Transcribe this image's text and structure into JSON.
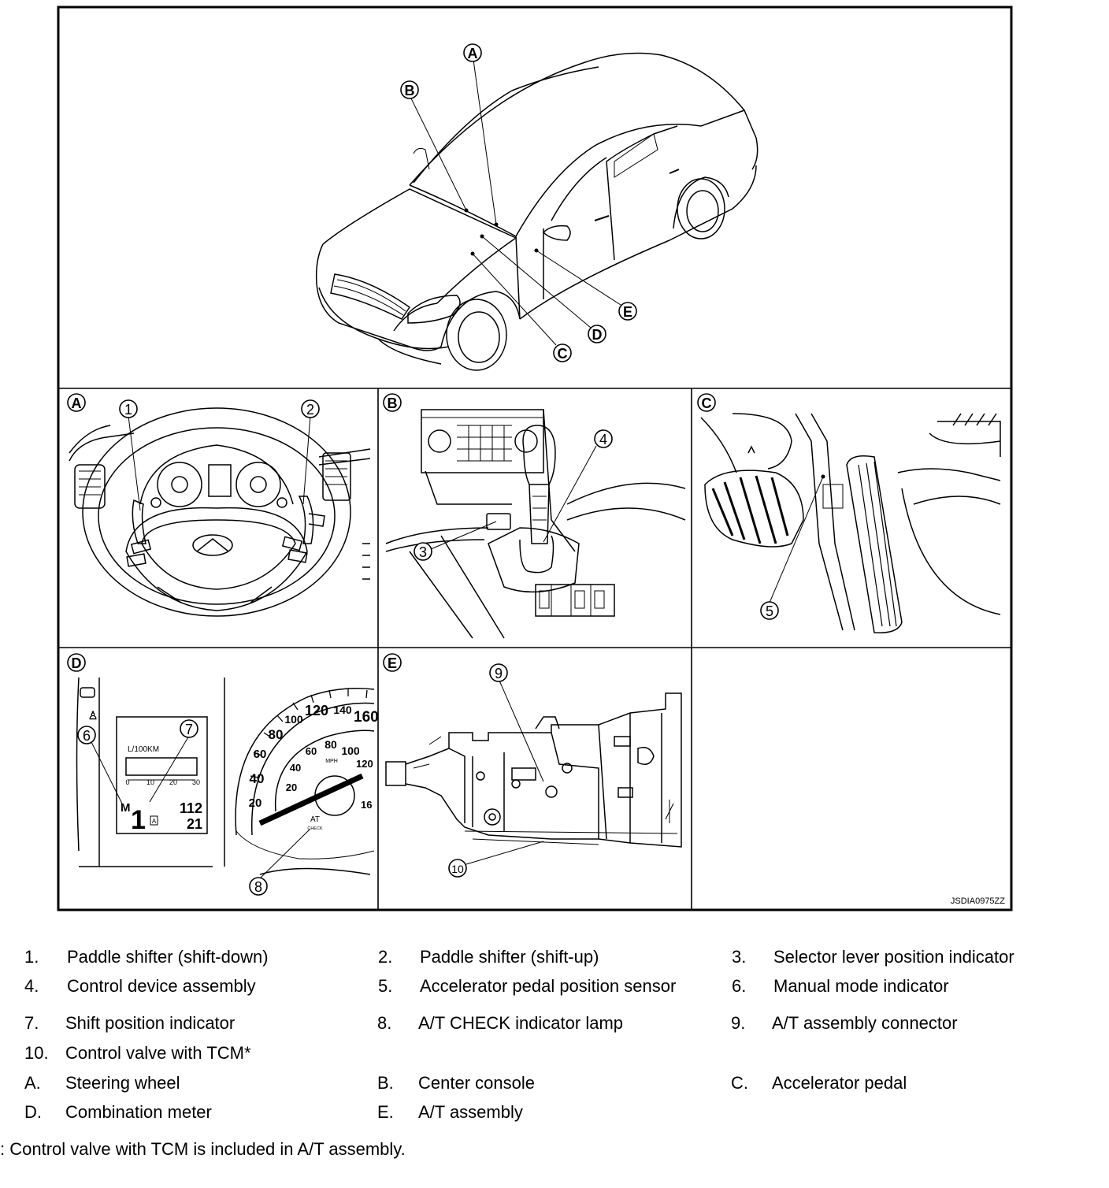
{
  "figure": {
    "code": "JSDIA0975ZZ",
    "callouts": {
      "A": "A",
      "B": "B",
      "C": "C",
      "D": "D",
      "E": "E",
      "n1": "1",
      "n2": "2",
      "n3": "3",
      "n4": "4",
      "n5": "5",
      "n6": "6",
      "n7": "7",
      "n8": "8",
      "n9": "9",
      "n10": "10"
    },
    "meter": {
      "unit_fuel": "L/100KM",
      "scale": [
        "0",
        "10",
        "20",
        "30"
      ],
      "mode": "M",
      "gear": "1",
      "a_mark": "A",
      "val1": "112",
      "val2": "21",
      "kmh": [
        "20",
        "40",
        "60",
        "80",
        "100",
        "120",
        "140",
        "160"
      ],
      "mph": [
        "20",
        "40",
        "60",
        "80",
        "100",
        "120",
        "16"
      ],
      "mph_unit": "MPH",
      "at": "AT",
      "check": "CHECK"
    }
  },
  "legend": [
    {
      "num": "1.",
      "text": "Paddle shifter (shift-down)"
    },
    {
      "num": "2.",
      "text": "Paddle shifter (shift-up)"
    },
    {
      "num": "3.",
      "text": "Selector lever position indicator"
    },
    {
      "num": "4.",
      "text": "Control device assembly"
    },
    {
      "num": "5.",
      "text": "Accelerator pedal position sensor"
    },
    {
      "num": "6.",
      "text": "Manual mode indicator"
    },
    {
      "num": "7.",
      "text": "Shift position indicator"
    },
    {
      "num": "8.",
      "text": "A/T CHECK indicator lamp"
    },
    {
      "num": "9.",
      "text": "A/T assembly connector"
    },
    {
      "num": "10.",
      "text": "Control valve with TCM*"
    },
    {
      "num": "A.",
      "text": "Steering wheel"
    },
    {
      "num": "B.",
      "text": "Center console"
    },
    {
      "num": "C.",
      "text": "Accelerator pedal"
    },
    {
      "num": "D.",
      "text": "Combination meter"
    },
    {
      "num": "E.",
      "text": "A/T assembly"
    }
  ],
  "footnote": ": Control valve with TCM is included in A/T assembly."
}
